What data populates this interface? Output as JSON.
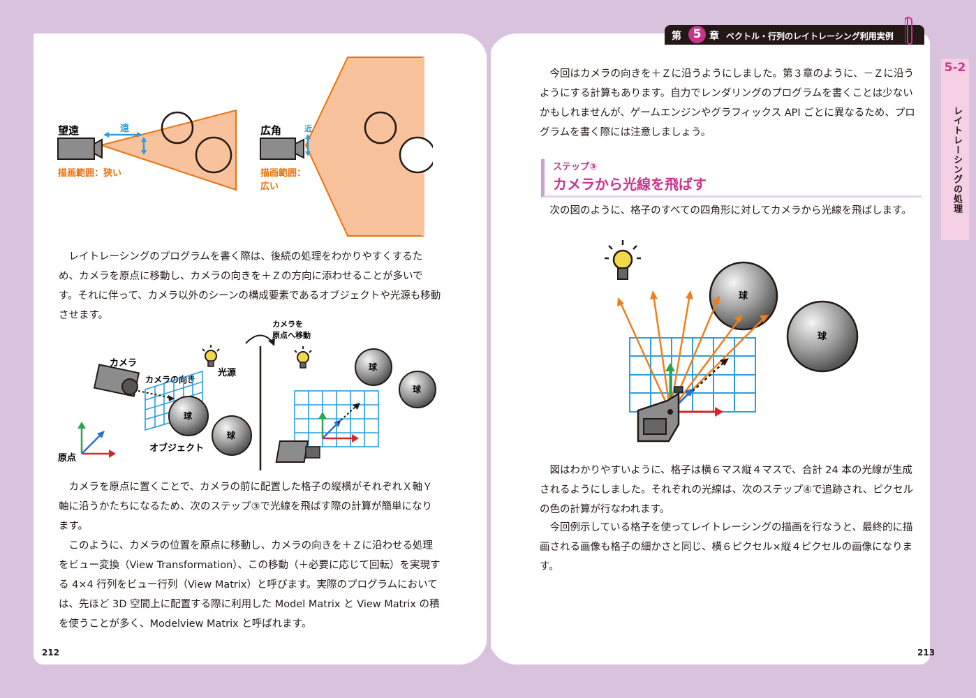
{
  "header": {
    "chapter_dai": "第",
    "chapter_num": "5",
    "chapter_sho": "章",
    "chapter_title": "ベクトル・行列のレイトレーシング利用実例"
  },
  "side_tab": {
    "section": "5-2",
    "title": "レイトレーシングの処理"
  },
  "left_page": {
    "fig1": {
      "tele_label": "望遠",
      "far_label": "遠",
      "tele_range_label": "描画範囲：狭い",
      "wide_label": "広角",
      "near_label": "近",
      "wide_range_line1": "描画範囲：",
      "wide_range_line2": "広い"
    },
    "para1": "レイトレーシングのプログラムを書く際は、後続の処理をわかりやすくするため、カメラを原点に移動し、カメラの向きを＋Ｚの方向に添わせることが多いです。それに伴って、カメラ以外のシーンの構成要素であるオブジェクトや光源も移動させます。",
    "fig2": {
      "camera_label": "カメラ",
      "direction_label": "カメラの向き",
      "light_label": "光源",
      "object_label": "オブジェクト",
      "origin_label": "原点",
      "sphere_label": "球",
      "move_line1": "カメラを",
      "move_line2": "原点へ移動"
    },
    "para2": "カメラを原点に置くことで、カメラの前に配置した格子の縦横がそれぞれＸ軸Ｙ軸に沿うかたちになるため、次のステップ③で光線を飛ばす際の計算が簡単になります。",
    "para3": "このように、カメラの位置を原点に移動し、カメラの向きを＋Ｚに沿わせる処理をビュー変換（View Transformation）、この移動（＋必要に応じて回転）を実現する 4×4 行列をビュー行列（View Matrix）と呼びます。実際のプログラムにおいては、先ほど 3D 空間上に配置する際に利用した Model Matrix と View Matrix の積を使うことが多く、Modelview Matrix と呼ばれます。",
    "page_number": "212"
  },
  "right_page": {
    "para1": "今回はカメラの向きを＋Ｚに沿うようにしました。第３章のように、－Ｚに沿うようにする計算もあります。自力でレンダリングのプログラムを書くことは少ないかもしれませんが、ゲームエンジンやグラフィックス API ごとに異なるため、プログラムを書く際には注意しましょう。",
    "step_sub": "ステップ③",
    "step_title": "カメラから光線を飛ばす",
    "para2": "次の図のように、格子のすべての四角形に対してカメラから光線を飛ばします。",
    "fig3": {
      "sphere_label": "球"
    },
    "para3": "図はわかりやすいように、格子は横６マス縦４マスで、合計 24 本の光線が生成されるようにしました。それぞれの光線は、次のステップ④で追跡され、ピクセルの色の計算が行なわれます。",
    "para4": "今回例示している格子を使ってレイトレーシングの描画を行なうと、最終的に描画される画像も格子の細かさと同じ、横６ピクセル×縦４ピクセルの画像になります。",
    "page_number": "213"
  },
  "colors": {
    "background": "#d9c2de",
    "accent": "#c8338d",
    "frustum_fill": "#f7c29c",
    "frustum_stroke": "#e8730e",
    "grid": "#2b9de0",
    "arrow_blue": "#2b6fd6",
    "arrow_red": "#d6262c",
    "arrow_green": "#2ca44a",
    "ray_orange": "#ee7f1a"
  }
}
